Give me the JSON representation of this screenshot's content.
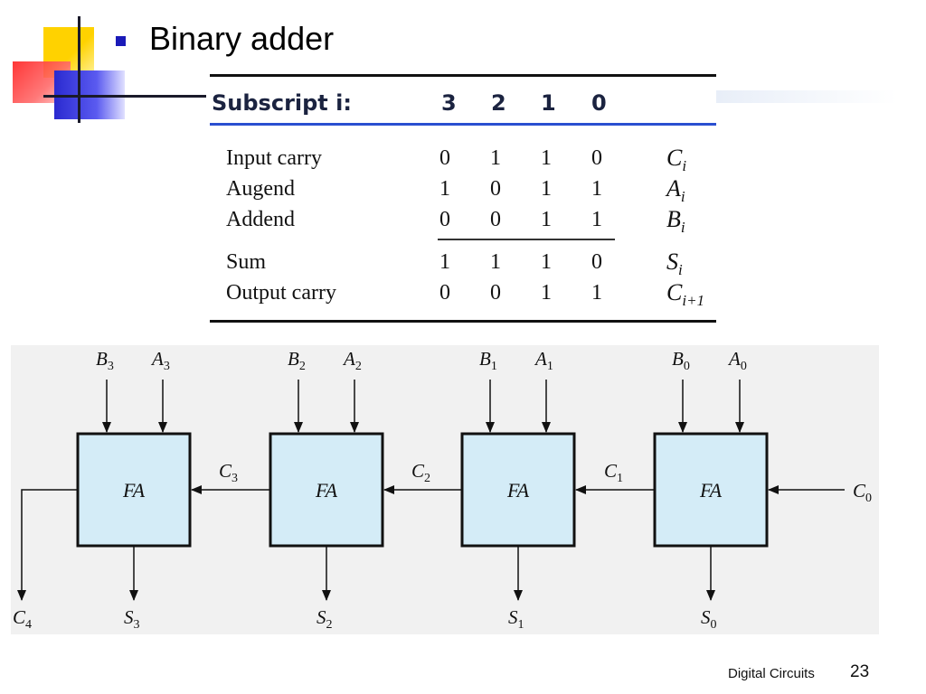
{
  "slide": {
    "title": "Binary adder",
    "footer": "Digital Circuits",
    "page_number": "23"
  },
  "table": {
    "header_label": "Subscript i:",
    "indices": [
      "3",
      "2",
      "1",
      "0"
    ],
    "rows": [
      {
        "label": "Input carry",
        "bits": [
          "0",
          "1",
          "1",
          "0"
        ],
        "symbol": "C",
        "subscript": "i"
      },
      {
        "label": "Augend",
        "bits": [
          "1",
          "0",
          "1",
          "1"
        ],
        "symbol": "A",
        "subscript": "i"
      },
      {
        "label": "Addend",
        "bits": [
          "0",
          "0",
          "1",
          "1"
        ],
        "symbol": "B",
        "subscript": "i"
      },
      {
        "label": "Sum",
        "bits": [
          "1",
          "1",
          "1",
          "0"
        ],
        "symbol": "S",
        "subscript": "i"
      },
      {
        "label": "Output carry",
        "bits": [
          "0",
          "0",
          "1",
          "1"
        ],
        "symbol": "C",
        "subscript": "i+1"
      }
    ]
  },
  "diagram": {
    "block_label": "FA",
    "stages": [
      {
        "b": "B",
        "b_sub": "3",
        "a": "A",
        "a_sub": "3",
        "s": "S",
        "s_sub": "3"
      },
      {
        "b": "B",
        "b_sub": "2",
        "a": "A",
        "a_sub": "2",
        "s": "S",
        "s_sub": "2"
      },
      {
        "b": "B",
        "b_sub": "1",
        "a": "A",
        "a_sub": "1",
        "s": "S",
        "s_sub": "1"
      },
      {
        "b": "B",
        "b_sub": "0",
        "a": "A",
        "a_sub": "0",
        "s": "S",
        "s_sub": "0"
      }
    ],
    "carries": [
      {
        "c": "C",
        "sub": "3"
      },
      {
        "c": "C",
        "sub": "2"
      },
      {
        "c": "C",
        "sub": "1"
      }
    ],
    "carry_in": {
      "c": "C",
      "sub": "0"
    },
    "carry_out": {
      "c": "C",
      "sub": "4"
    },
    "colors": {
      "block_fill": "#d4ecf7",
      "background": "#f1f1f1"
    }
  }
}
